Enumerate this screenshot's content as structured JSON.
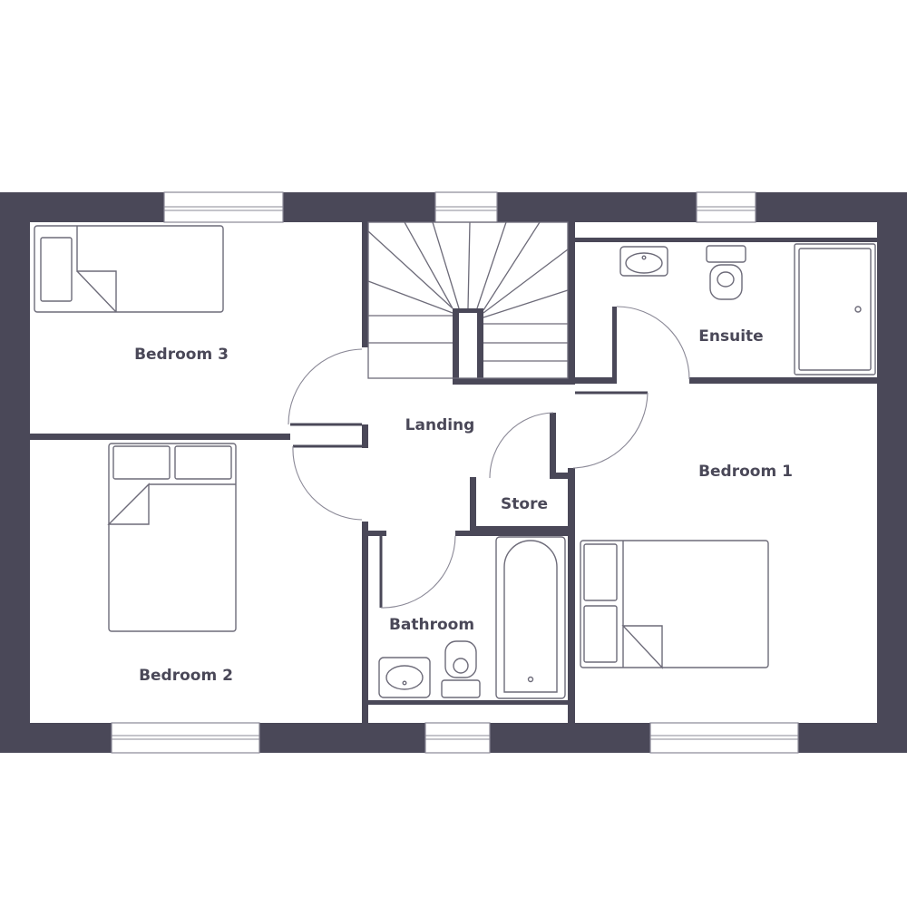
{
  "floorplan": {
    "colors": {
      "wall": "#4a4858",
      "line": "#6d6b79",
      "background": "#ffffff"
    },
    "rooms": {
      "bedroom3": "Bedroom 3",
      "bedroom2": "Bedroom 2",
      "landing": "Landing",
      "store": "Store",
      "bathroom": "Bathroom",
      "ensuite": "Ensuite",
      "bedroom1": "Bedroom 1"
    },
    "fixtures": [
      "single-bed",
      "double-bed",
      "double-bed",
      "staircase",
      "basin",
      "toilet",
      "shower",
      "bath",
      "basin",
      "toilet"
    ]
  }
}
